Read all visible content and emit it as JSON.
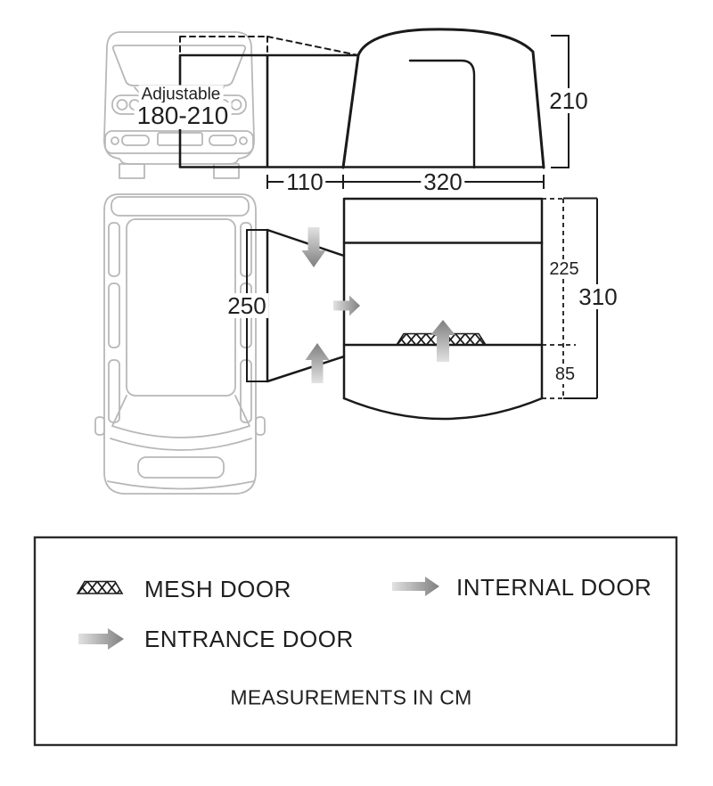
{
  "front_view": {
    "adjustable_label": "Adjustable",
    "adjustable_range": "180-210"
  },
  "side_view": {
    "awning_height_cm": "210",
    "tunnel_length_cm": "110",
    "awning_length_cm": "320"
  },
  "plan_view": {
    "tunnel_opening_cm": "250",
    "front_section_depth_cm": "225",
    "total_depth_cm": "310",
    "rear_section_depth_cm": "85"
  },
  "legend": {
    "items": [
      {
        "icon": "mesh-hatch-swatch",
        "label": "MESH DOOR"
      },
      {
        "icon": "gradient-arrow-right",
        "label": "INTERNAL DOOR"
      },
      {
        "icon": "gradient-arrow-right-large",
        "label": "ENTRANCE DOOR"
      }
    ],
    "units_note": "MEASUREMENTS IN CM"
  },
  "colors": {
    "background": "#ffffff",
    "line": "#1a1a1a",
    "vehicle_outline": "#b8b8b8",
    "arrow_dark": "#7f7f7f",
    "arrow_light": "#dedede",
    "legend_border": "#2b2b2b"
  }
}
